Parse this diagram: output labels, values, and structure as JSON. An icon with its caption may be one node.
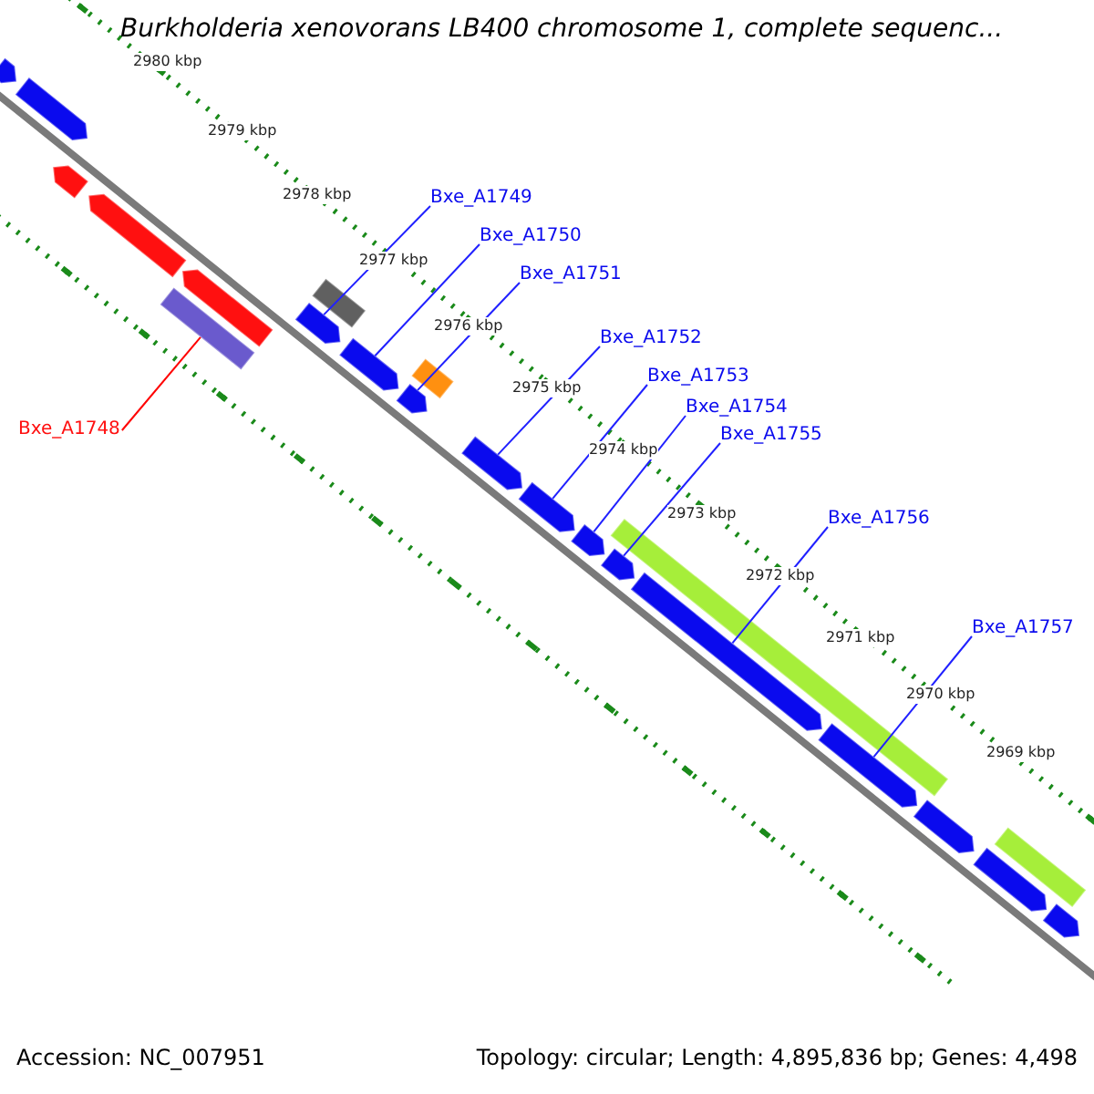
{
  "diagram": {
    "title": "Burkholderia xenovorans LB400 chromosome 1, complete sequenc...",
    "nodes": [
      {
        "text": [
          "Bxe_A1748"
        ]
      },
      {
        "text": [
          "Bxe_A1749"
        ]
      },
      {
        "text": [
          "Bxe_A1750"
        ]
      },
      {
        "text": [
          "Bxe_A1751"
        ]
      },
      {
        "text": [
          "Bxe_A1752"
        ]
      },
      {
        "text": [
          "Bxe_A1753"
        ]
      },
      {
        "text": [
          "Bxe_A1754"
        ]
      },
      {
        "text": [
          "Bxe_A1755"
        ]
      },
      {
        "text": [
          "Bxe_A1756"
        ]
      },
      {
        "text": [
          "Bxe_A1757"
        ]
      },
      {
        "text": [],
        "shape": "bar"
      },
      {
        "text": [],
        "shape": "bar"
      },
      {
        "text": [],
        "shape": "bar"
      },
      {
        "text": [],
        "shape": "bar"
      },
      {
        "text": [],
        "shape": "bar"
      },
      {
        "text": [],
        "shape": "box"
      },
      {
        "text": [],
        "shape": "box"
      },
      {
        "text": [],
        "shape": "bar"
      },
      {
        "text": [],
        "shape": "bar"
      },
      {
        "text": [],
        "shape": "box"
      },
      {
        "text": [],
        "shape": "bar"
      },
      {
        "text": [],
        "shape": "bar"
      },
      {
        "text": [],
        "shape": "bar"
      },
      {
        "text": [],
        "shape": "bar"
      },
      {
        "text": [],
        "shape": "box"
      },
      {
        "text": [],
        "shape": "bar"
      },
      {
        "text": [],
        "shape": "bar"
      },
      {
        "text": [],
        "shape": "bar"
      },
      {
        "text": [],
        "shape": "bar"
      },
      {
        "text": [],
        "shape": "bar"
      },
      {
        "text": [],
        "shape": "box"
      },
      {
        "text": [],
        "shape": "bar"
      }
    ],
    "edges": [
      {
        "from": 0,
        "to": 15,
        "arrow": "none",
        "color": "#ff0000"
      },
      {
        "from": 1,
        "to": 17,
        "arrow": "none"
      },
      {
        "from": 2,
        "to": 18,
        "arrow": "none"
      },
      {
        "from": 3,
        "to": 20,
        "arrow": "none"
      },
      {
        "from": 4,
        "to": 21,
        "arrow": "none"
      },
      {
        "from": 5,
        "to": 22,
        "arrow": "none"
      },
      {
        "from": 6,
        "to": 23,
        "arrow": "none"
      },
      {
        "from": 7,
        "to": 25,
        "arrow": "none"
      },
      {
        "from": 8,
        "to": 26,
        "arrow": "none"
      },
      {
        "from": 9,
        "to": 27,
        "arrow": "none"
      }
    ],
    "labels": [
      "2980 kbp",
      "2979 kbp",
      "2978 kbp",
      "2977 kbp",
      "2976 kbp",
      "2975 kbp",
      "2974 kbp",
      "2973 kbp",
      "2972 kbp",
      "2971 kbp",
      "2970 kbp",
      "2969 kbp",
      "Accession: NC_007951",
      "Topology: circular; Length: 4,895,836 bp; Genes: 4,498"
    ]
  }
}
